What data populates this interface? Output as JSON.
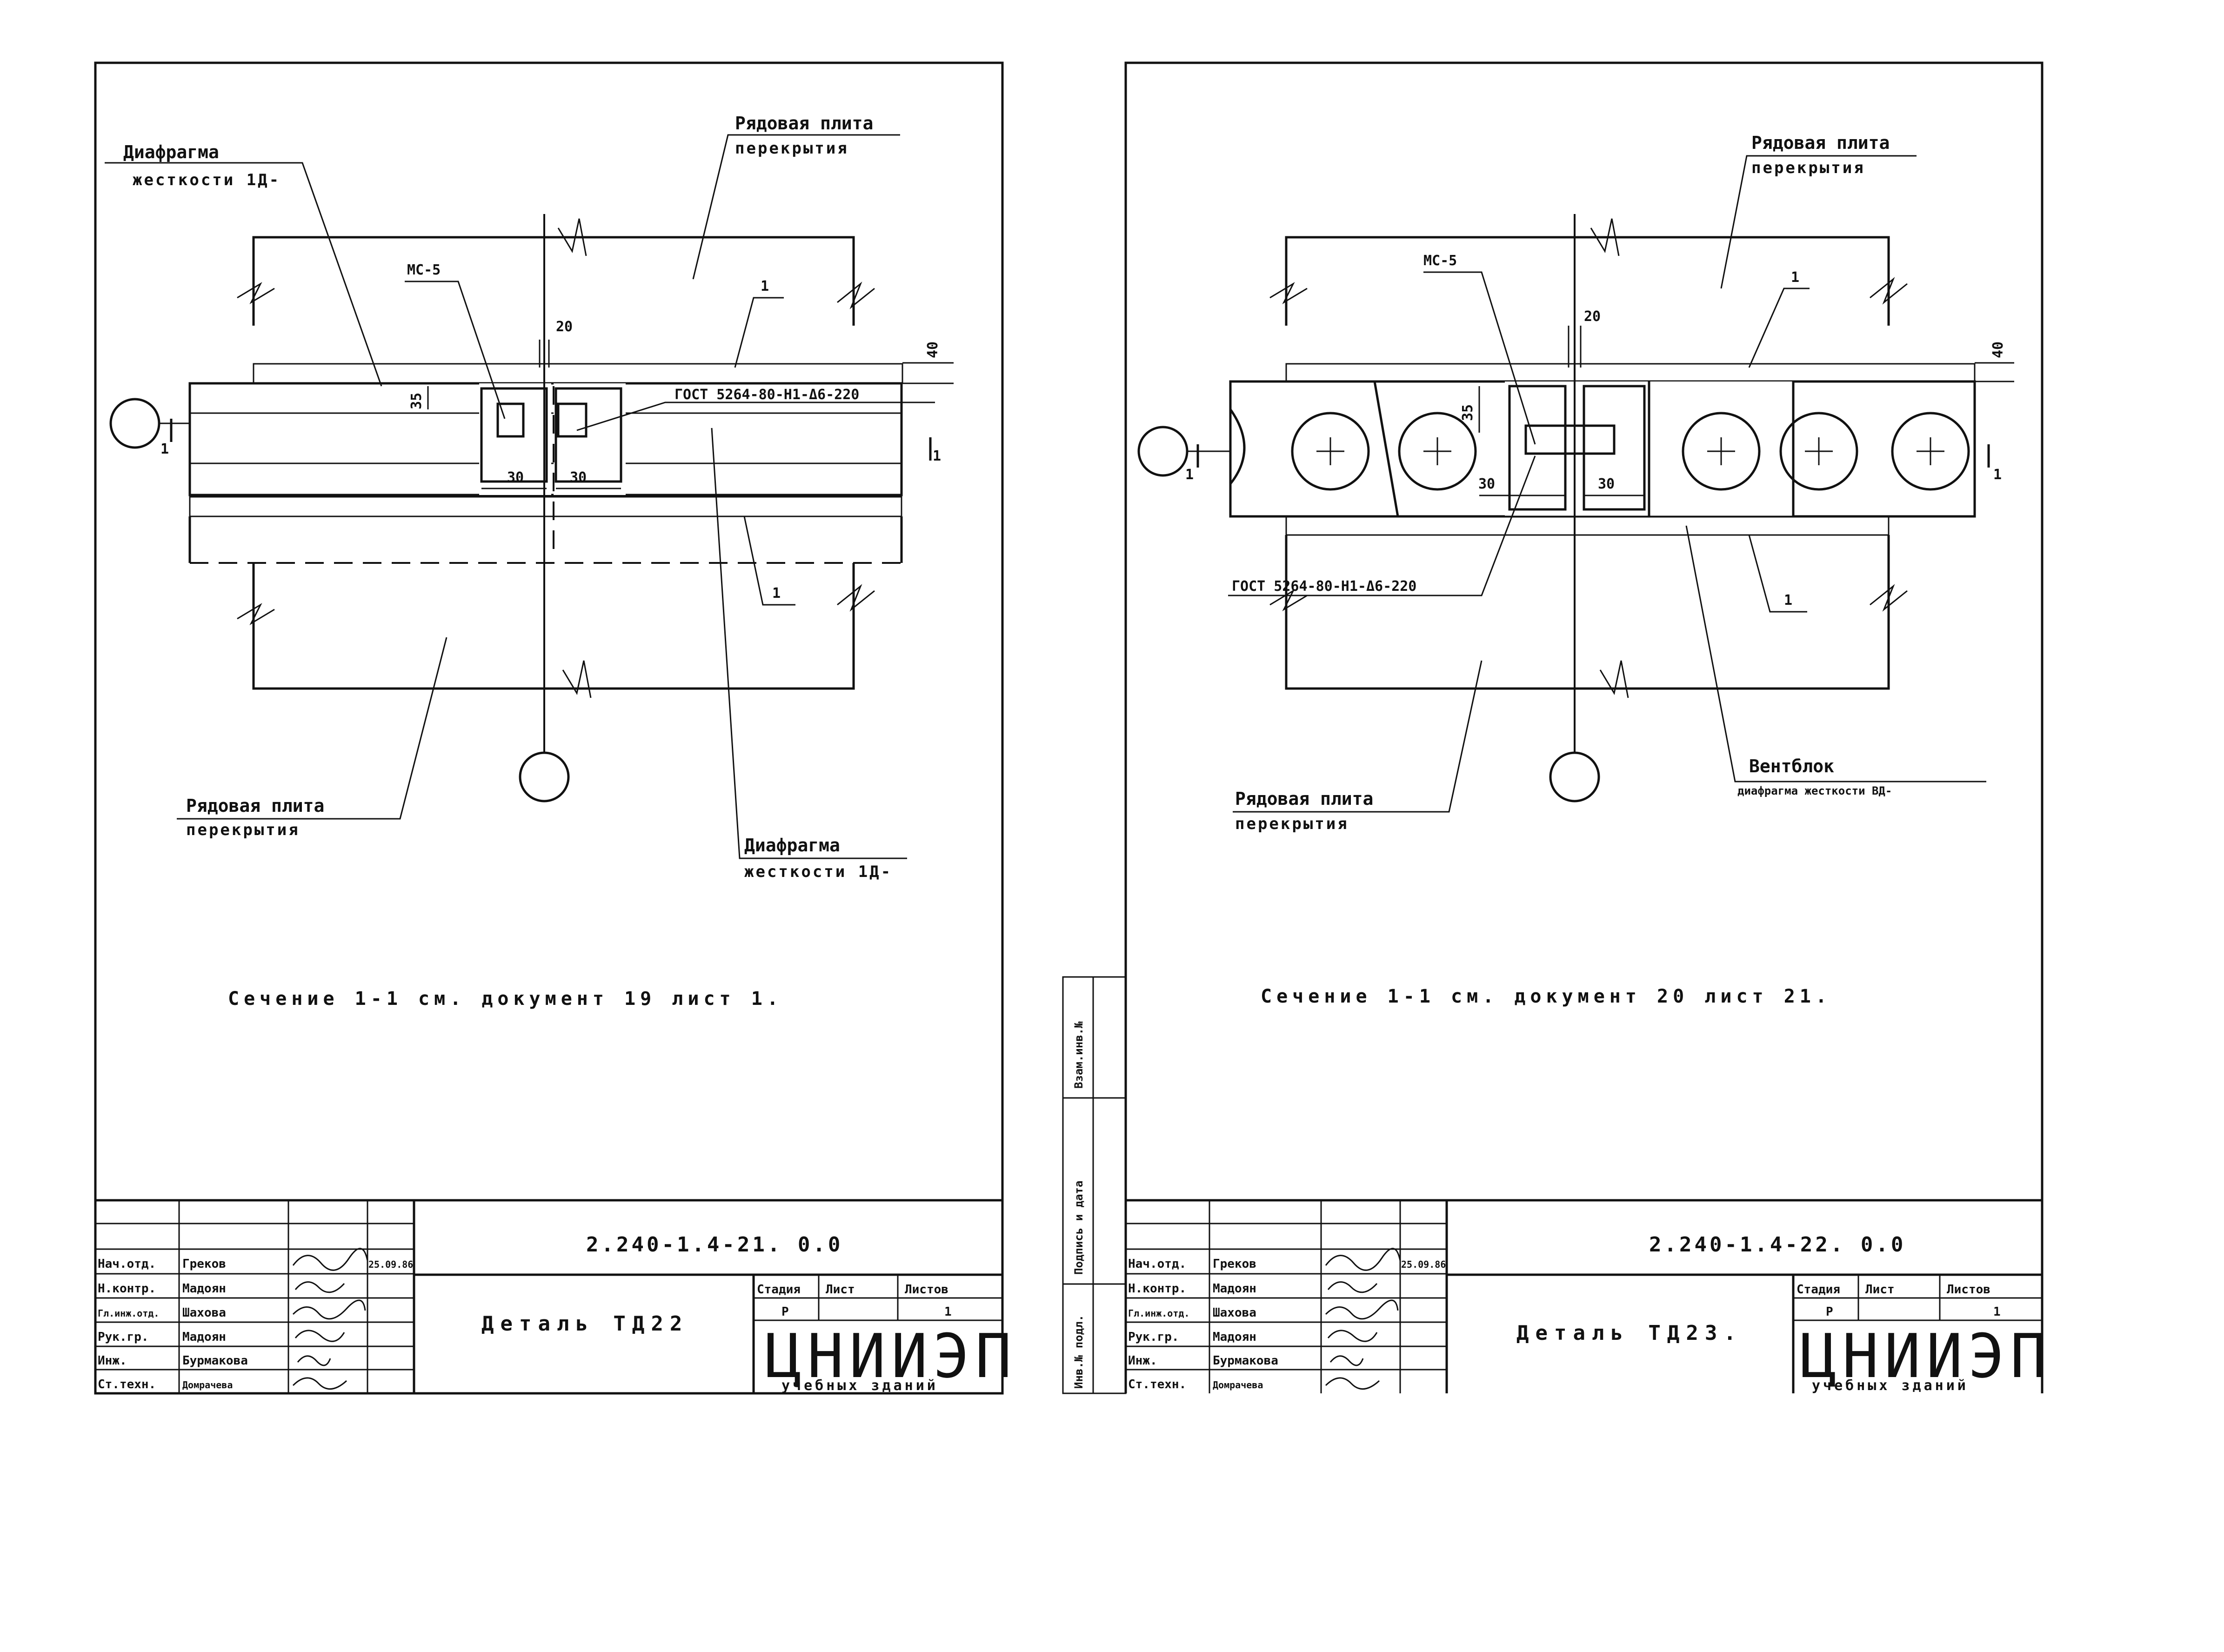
{
  "left_sheet": {
    "labels": {
      "diaphragm_top_1": "Диафрагма",
      "diaphragm_top_2": "жесткости 1Д-",
      "slab_top_1": "Рядовая плита",
      "slab_top_2": "перекрытия",
      "mark": "МС-5",
      "gost": "ГОСТ 5264-80-Н1-Δ6-220",
      "slab_bottom_1": "Рядовая плита",
      "slab_bottom_2": "перекрытия",
      "diaphragm_bottom_1": "Диафрагма",
      "diaphragm_bottom_2": "жесткости 1Д-",
      "pos_1a": "1",
      "pos_1b": "1",
      "section_mark_l": "1",
      "section_mark_r": "1"
    },
    "dims": {
      "d20": "20",
      "d40": "40",
      "d35": "35",
      "d30a": "30",
      "d30b": "30"
    },
    "note": "Сечение 1-1 см. документ 19 лист 1.",
    "title_block": {
      "code": "2.240-1.4-21. 0.0",
      "title": "Деталь ТД22",
      "stage_h": "Стадия",
      "sheet_h": "Лист",
      "sheets_h": "Листов",
      "stage": "Р",
      "sheets": "1",
      "org": "ЦНИИЭП",
      "org_sub": "учебных зданий",
      "date": "25.09.86",
      "rows": [
        {
          "role": "Нач.отд.",
          "name": "Греков"
        },
        {
          "role": "Н.контр.",
          "name": "Мадоян"
        },
        {
          "role": "Гл.инж.отд.",
          "name": "Шахова"
        },
        {
          "role": "Рук.гр.",
          "name": "Мадоян"
        },
        {
          "role": "Инж.",
          "name": "Бурмакова"
        },
        {
          "role": "Ст.техн.",
          "name": "Домрачева"
        }
      ]
    }
  },
  "right_sheet": {
    "labels": {
      "slab_top_1": "Рядовая плита",
      "slab_top_2": "перекрытия",
      "mark": "МС-5",
      "gost": "ГОСТ 5264-80-Н1-Δ6-220",
      "slab_bottom_1": "Рядовая плита",
      "slab_bottom_2": "перекрытия",
      "vent_1": "Вентблок",
      "vent_2": "диафрагма жесткости ВД-",
      "pos_1a": "1",
      "pos_1b": "1",
      "section_mark_l": "1",
      "section_mark_r": "1"
    },
    "dims": {
      "d20": "20",
      "d40": "40",
      "d35": "35",
      "d30a": "30",
      "d30b": "30"
    },
    "note": "Сечение 1-1 см. документ 20 лист 21.",
    "side_stamp": [
      "Взам.инв.№",
      "Подпись и дата",
      "Инв.№ подл."
    ],
    "title_block": {
      "code": "2.240-1.4-22. 0.0",
      "title": "Деталь ТД23.",
      "stage_h": "Стадия",
      "sheet_h": "Лист",
      "sheets_h": "Листов",
      "stage": "Р",
      "sheets": "1",
      "org": "ЦНИИЭП",
      "org_sub": "учебных зданий",
      "date": "25.09.86",
      "rows": [
        {
          "role": "Нач.отд.",
          "name": "Греков"
        },
        {
          "role": "Н.контр.",
          "name": "Мадоян"
        },
        {
          "role": "Гл.инж.отд.",
          "name": "Шахова"
        },
        {
          "role": "Рук.гр.",
          "name": "Мадоян"
        },
        {
          "role": "Инж.",
          "name": "Бурмакова"
        },
        {
          "role": "Ст.техн.",
          "name": "Домрачева"
        }
      ]
    }
  }
}
